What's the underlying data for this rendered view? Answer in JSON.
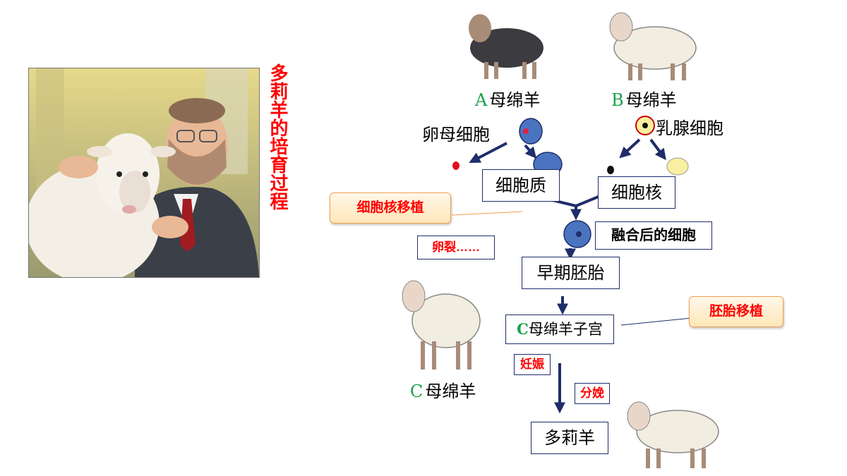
{
  "title_vertical": "多莉羊的培育过程",
  "labels": {
    "sheep_a": "母绵羊",
    "sheep_a_letter": "A",
    "sheep_b": "母绵羊",
    "sheep_b_letter": "B",
    "sheep_c": "母绵羊",
    "sheep_c_letter": "C",
    "oocyte": "卵母细胞",
    "mammary": "乳腺细胞",
    "cytoplasm": "细胞质",
    "nucleus": "细胞核",
    "fused": "融合后的细胞",
    "embryo": "早期胚胎",
    "uterus": "母绵羊子宫",
    "uterus_letter": "C",
    "dolly": "多莉羊",
    "nuclear_transfer": "细胞核移植",
    "cleavage": "卵裂……",
    "embryo_transfer": "胚胎移植",
    "pregnancy": "妊娠",
    "birth": "分娩"
  },
  "colors": {
    "accent_red": "#ff0000",
    "letter_green": "#1aa04a",
    "arrow": "#1f2d6a",
    "cell_blue": "#4a74c0",
    "cell_yellow": "#f8f0a0"
  }
}
